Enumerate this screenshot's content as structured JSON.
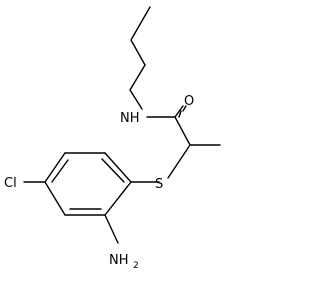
{
  "atom_labels": {
    "oxygen": "O",
    "amide_nitrogen": "NH",
    "sulfur": "S",
    "chlorine": "Cl",
    "amine_nitrogen": "NH",
    "amine_subscript": "2"
  },
  "colors": {
    "bond": "#000000",
    "label": "#000000",
    "background": "#ffffff"
  }
}
